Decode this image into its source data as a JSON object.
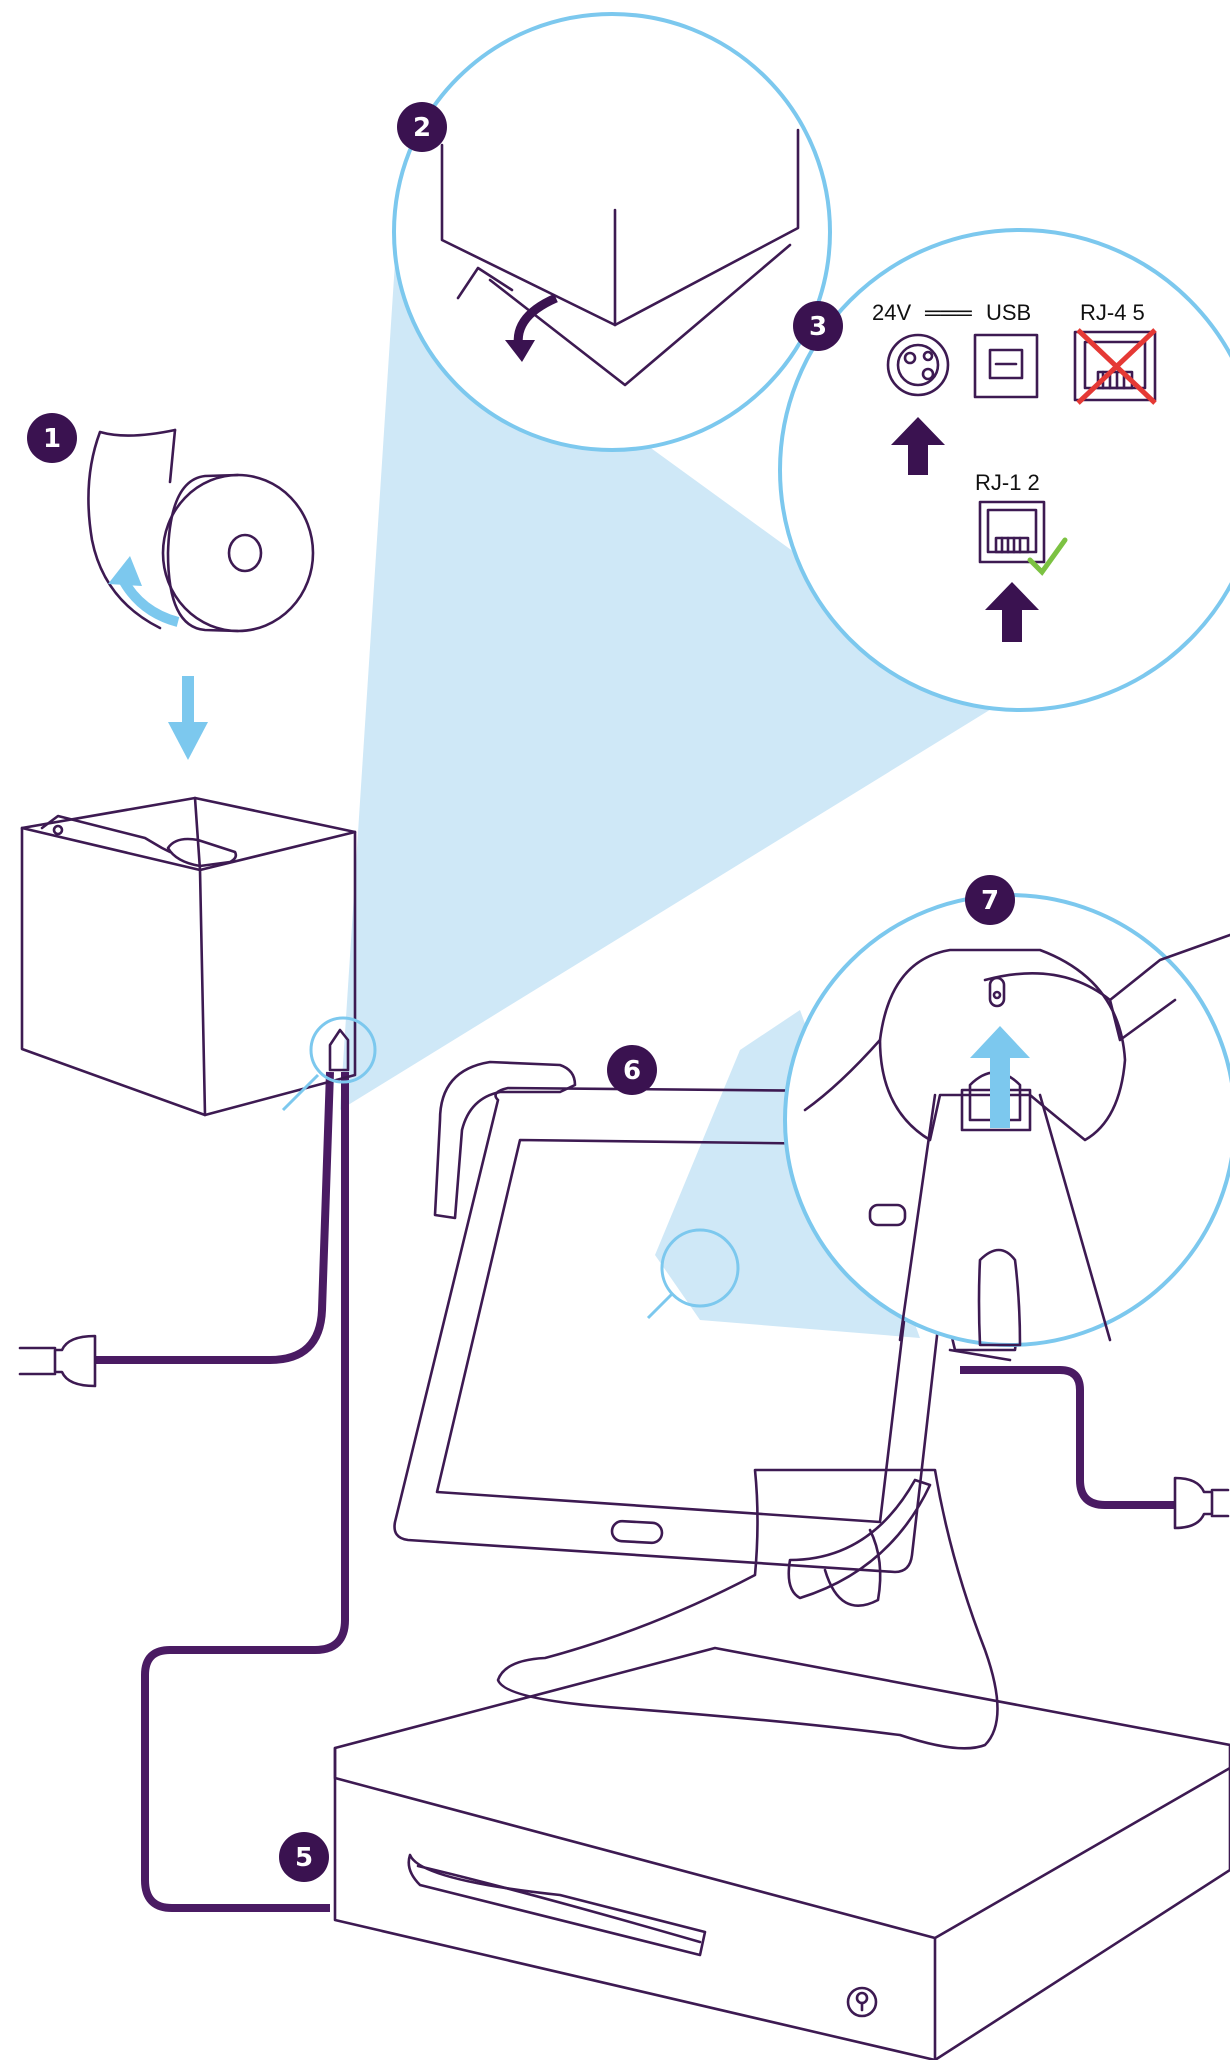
{
  "steps": [
    {
      "number": "1"
    },
    {
      "number": "2"
    },
    {
      "number": "3"
    },
    {
      "number": "5"
    },
    {
      "number": "6"
    },
    {
      "number": "7"
    }
  ],
  "ports": {
    "power": "24V",
    "power_symbol": "═══",
    "usb": "USB",
    "rj45": "RJ-4 5",
    "rj12": "RJ-1 2"
  },
  "colors": {
    "outline": "#3d1a52",
    "cable": "#4a1b63",
    "accent_blue": "#7cc8ee",
    "callout_fill": "#cfe8f7",
    "badge": "#3a1250",
    "reject": "#e53935",
    "ok": "#7cc242"
  },
  "icons": [
    "paper-roll-icon",
    "down-arrow-icon",
    "up-arrow-icon",
    "plug-icon",
    "lock-icon",
    "checkmark-icon",
    "cross-icon"
  ]
}
